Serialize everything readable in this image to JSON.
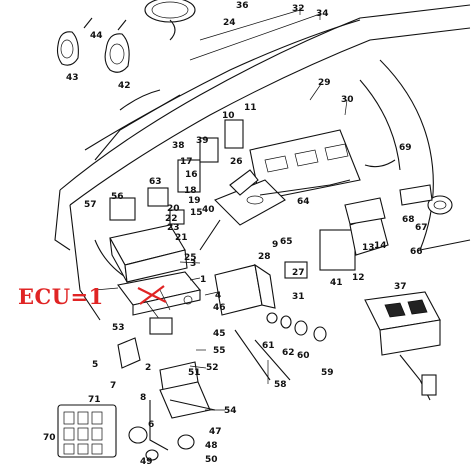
{
  "annotation": {
    "label": "ECU=1",
    "mark": "X",
    "color": "#e02424"
  },
  "callouts": [
    "1",
    "2",
    "3",
    "4",
    "5",
    "6",
    "7",
    "8",
    "9",
    "10",
    "11",
    "12",
    "13",
    "14",
    "15",
    "16",
    "17",
    "18",
    "19",
    "20",
    "21",
    "22",
    "23",
    "24",
    "25",
    "26",
    "27",
    "28",
    "29",
    "30",
    "31",
    "32",
    "34",
    "36",
    "37",
    "38",
    "39",
    "40",
    "41",
    "42",
    "43",
    "44",
    "45",
    "46",
    "47",
    "48",
    "49",
    "50",
    "51",
    "52",
    "53",
    "54",
    "55",
    "56",
    "57",
    "58",
    "59",
    "60",
    "61",
    "62",
    "63",
    "64",
    "65",
    "66",
    "67",
    "68",
    "69",
    "70",
    "71"
  ]
}
